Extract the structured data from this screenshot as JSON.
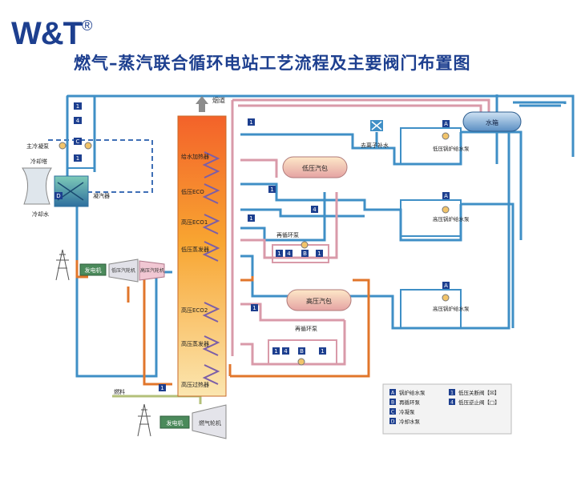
{
  "brand": {
    "logo_text": "W&T",
    "registered_mark": "®"
  },
  "title": "燃气–蒸汽联合循环电站工艺流程及主要阀门布置图",
  "colors": {
    "brand": "#1d3f8f",
    "water_pipe": "#3f8fc6",
    "steam_pipe": "#d99aa9",
    "hot_steam_pipe": "#e1762b",
    "fuel_pipe": "#b3c07a",
    "dashed_pipe": "#3f6fb6",
    "hrsg_top": "#f3622a",
    "hrsg_bottom": "#fbe6b0"
  },
  "hrsg": {
    "stack_label": "烟道",
    "sections": [
      "给水加热器",
      "低压ECO",
      "高压ECO1",
      "低压蒸发器",
      "高压ECO2",
      "高压蒸发器",
      "高压过热器"
    ]
  },
  "equipment": {
    "lp_drum": "低压汽包",
    "hp_drum": "高压汽包",
    "deaerator": "去离子补水",
    "water_tank": "水箱",
    "lp_feed_pump": "低压锅炉给水泵",
    "hp_feed_pump_1": "高压锅炉给水泵",
    "hp_feed_pump_2": "高压锅炉给水泵",
    "recirc_pump_lp": "再循环泵",
    "recirc_pump_hp": "再循环泵",
    "main_condensate_pump": "主冷凝泵",
    "cooling_tower": "冷却塔",
    "cooling_water": "冷却水",
    "condenser": "凝汽器",
    "generator_1": "发电机",
    "lp_steam_turbine": "低压汽轮机",
    "hp_steam_turbine": "高压汽轮机",
    "generator_2": "发电机",
    "gas_turbine": "燃气轮机",
    "fuel": "燃料"
  },
  "tags": {
    "pump_A": "A",
    "pump_B": "B",
    "pump_C": "C",
    "pump_D": "D",
    "valve_1": "1",
    "valve_4": "4"
  },
  "legend": {
    "items": [
      {
        "tag": "A",
        "label": "锅炉给水泵"
      },
      {
        "tag": "B",
        "label": "再循环泵"
      },
      {
        "tag": "C",
        "label": "冷凝泵"
      },
      {
        "tag": "D",
        "label": "冷却水泵"
      },
      {
        "tag": "1",
        "label": "低压关断阀【☒】"
      },
      {
        "tag": "4",
        "label": "低压逆止阀【□】"
      }
    ]
  }
}
